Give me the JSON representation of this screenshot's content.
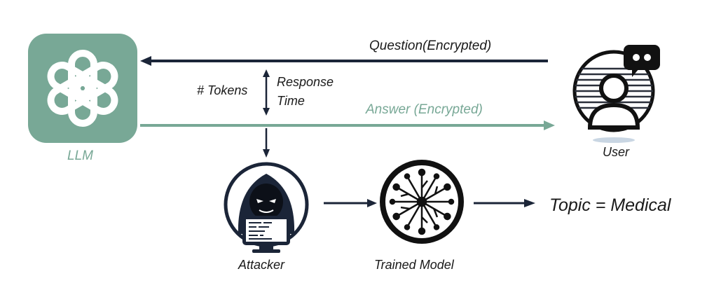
{
  "colors": {
    "llm_green": "#78a896",
    "arrow_dark": "#1b2538",
    "text_dark": "#1a1a1a"
  },
  "icons": {
    "llm": "openai-knot-logo-icon",
    "user": "user-chat-bubble-icon",
    "attacker": "hooded-hacker-laptop-icon",
    "model": "neural-network-circle-icon"
  },
  "labels": {
    "llm": "LLM",
    "user": "User",
    "attacker": "Attacker",
    "trained_model": "Trained Model",
    "question": "Question(Encrypted)",
    "answer": "Answer (Encrypted)",
    "tokens": "# Tokens",
    "response_time_line1": "Response",
    "response_time_line2": "Time",
    "topic": "Topic = Medical"
  }
}
